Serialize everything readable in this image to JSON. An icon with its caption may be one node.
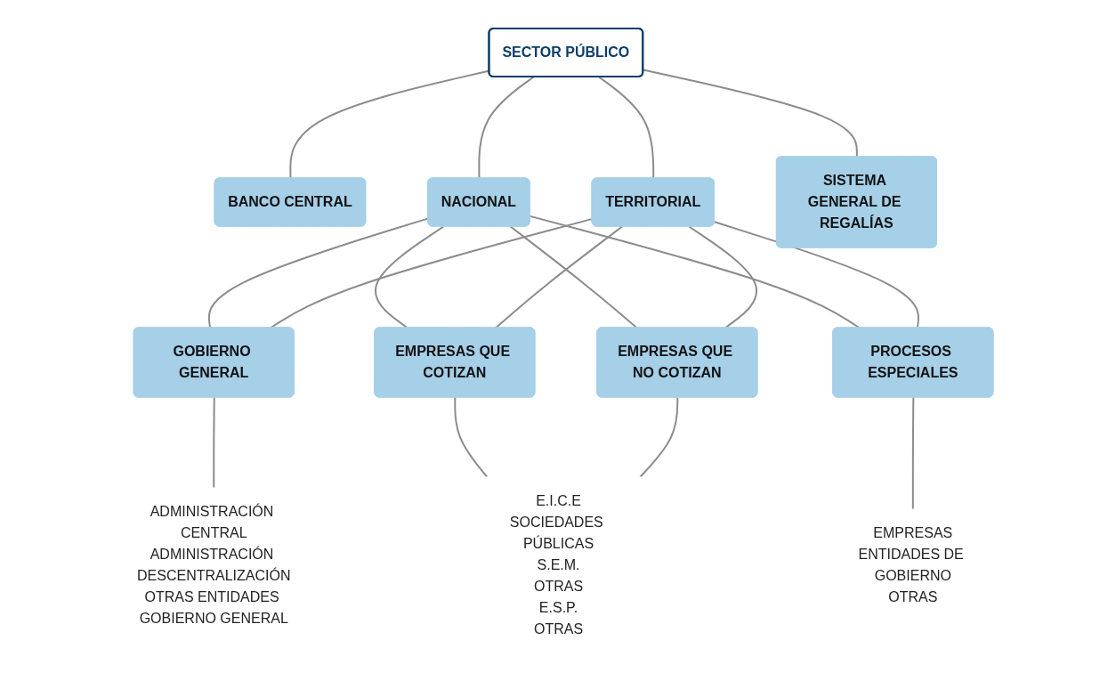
{
  "diagram": {
    "nodes": [
      {
        "text": [
          "SECTOR PÚBLICO"
        ]
      },
      {
        "text": [
          "BANCO CENTRAL"
        ]
      },
      {
        "text": [
          "NACIONAL"
        ]
      },
      {
        "text": [
          "TERRITORIAL"
        ]
      },
      {
        "text": [
          "SISTEMA GENERAL DE REGALÍAS"
        ]
      },
      {
        "text": [
          "GOBIERNO GENERAL"
        ]
      },
      {
        "text": [
          "EMPRESAS QUE COTIZAN"
        ]
      },
      {
        "text": [
          "EMPRESAS QUE NO COTIZAN"
        ]
      },
      {
        "text": [
          "PROCESOS ESPECIALES"
        ]
      },
      {
        "text": [
          "ADMINISTRACIÓN CENTRAL",
          "ADMINISTRACIÓN DESCENTRALIZACIÓN",
          "OTRAS ENTIDADES GOBIERNO GENERAL"
        ]
      },
      {
        "text": [
          "E.I.C.E",
          "SOCIEDADES PÚBLICAS",
          "S.E.M.",
          "OTRAS",
          "E.S.P.",
          "OTRAS"
        ]
      },
      {
        "text": [
          "EMPRESAS",
          "ENTIDADES DE GOBIERNO",
          "OTRAS"
        ]
      }
    ],
    "edges": [
      {
        "from": 0,
        "to": 1,
        "arrow": "none"
      },
      {
        "from": 0,
        "to": 2,
        "arrow": "none"
      },
      {
        "from": 0,
        "to": 3,
        "arrow": "none"
      },
      {
        "from": 0,
        "to": 4,
        "arrow": "none"
      },
      {
        "from": 2,
        "to": 5,
        "arrow": "none"
      },
      {
        "from": 2,
        "to": 6,
        "arrow": "none"
      },
      {
        "from": 2,
        "to": 7,
        "arrow": "none"
      },
      {
        "from": 2,
        "to": 8,
        "arrow": "none"
      },
      {
        "from": 3,
        "to": 5,
        "arrow": "none"
      },
      {
        "from": 3,
        "to": 6,
        "arrow": "none"
      },
      {
        "from": 3,
        "to": 7,
        "arrow": "none"
      },
      {
        "from": 3,
        "to": 8,
        "arrow": "none"
      },
      {
        "from": 5,
        "to": 9,
        "arrow": "none"
      },
      {
        "from": 6,
        "to": 10,
        "arrow": "none"
      },
      {
        "from": 7,
        "to": 10,
        "arrow": "none"
      },
      {
        "from": 8,
        "to": 11,
        "arrow": "none"
      }
    ]
  }
}
